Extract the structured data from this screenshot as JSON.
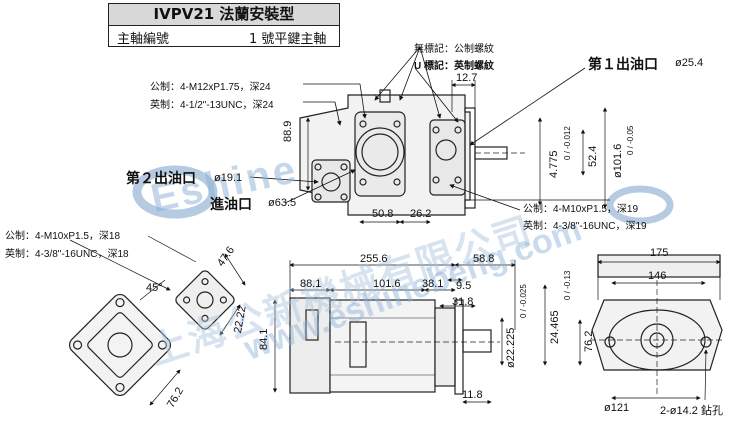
{
  "header": {
    "title": "IVPV21 法蘭安裝型",
    "shaft_label": "主軸編號",
    "shaft_value": "1 號平鍵主軸"
  },
  "thread_notes": {
    "top_right_metric": "無標記：公制螺紋",
    "top_right_imperial": "U 標記：英制螺紋",
    "body_metric": "公制：4-M12xP1.75，深24",
    "body_imperial": "英制：4-1/2\"-13UNC，深24",
    "outlet2_metric": "公制：4-M10xP1.5，深19",
    "outlet2_imperial": "英制：4-3/8\"-16UNC，深19",
    "left_metric": "公制：4-M10xP1.5，深18",
    "left_imperial": "英制：4-3/8\"-16UNC，深18"
  },
  "ports": {
    "outlet1": "第１出油口",
    "outlet1_dia": "ø25.4",
    "outlet2": "第２出油口",
    "outlet2_dia": "ø19.1",
    "inlet": "進油口",
    "inlet_dia": "ø63.5"
  },
  "dimensions": {
    "d12_7": "12.7",
    "d88_9": "88.9",
    "d4_775": "4.775",
    "d4_775_tol": "0 / -0.012",
    "d52_4": "52.4",
    "d101_6": "ø101.6",
    "d101_6_tol": "0 / -0.05",
    "d50_8": "50.8",
    "d26_2": "26.2",
    "d47_6": "47.6",
    "d45": "45°",
    "d22_22": "22.22",
    "d76_2_left": "76.2",
    "d255_6": "255.6",
    "d58_8": "58.8",
    "d88_1": "88.1",
    "d101_6b": "101.6",
    "d38_1": "38.1",
    "d9_5": "9.5",
    "d31_8": "31.8",
    "d84_1": "84.1",
    "d22_225": "ø22.225",
    "d22_225_tol": "0 / -0.025",
    "d24_465": "24.465",
    "d24_465_tol": "0 / -0.13",
    "d11_8": "11.8",
    "d175": "175",
    "d146": "146",
    "d76_2_right": "76.2",
    "d121": "ø121",
    "holes": "2-ø14.2 鉆孔"
  },
  "watermark": {
    "brand": "Eshine",
    "cn": "上海公新機械有限公司",
    "url": "www.eshinebeng.com"
  }
}
